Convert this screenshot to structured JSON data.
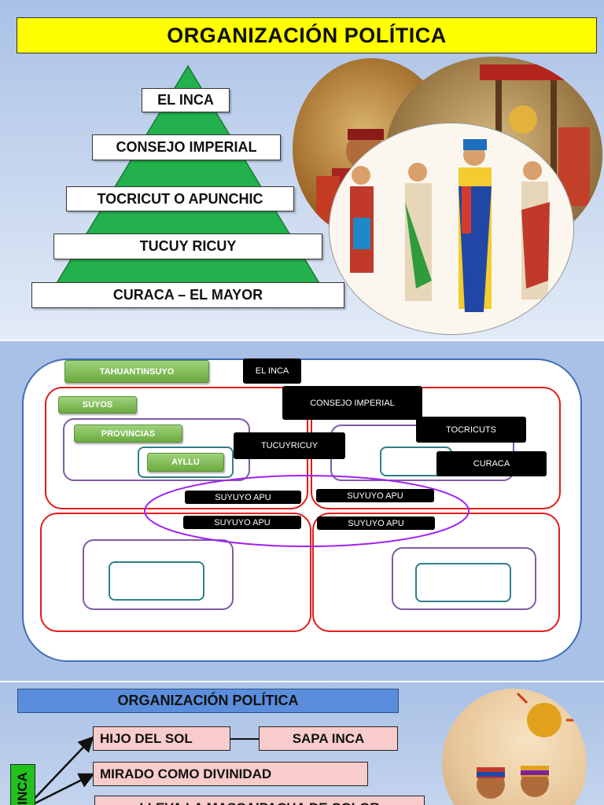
{
  "slide1": {
    "title": "ORGANIZACIÓN POLÍTICA",
    "pyramid": [
      "EL INCA",
      "CONSEJO IMPERIAL",
      "TOCRICUT O APUNCHIC",
      "TUCUY RICUY",
      "CURACA – EL MAYOR"
    ]
  },
  "slide2": {
    "green": [
      "TAHUANTINSUYO",
      "SUYOS",
      "PROVINCIAS",
      "AYLLU"
    ],
    "black": [
      "EL INCA",
      "CONSEJO IMPERIAL",
      "TOCRICUTS",
      "TUCUYRICUY",
      "CURACA"
    ],
    "apu": [
      "SUYUYO APU",
      "SUYUYO APU",
      "SUYUYO APU",
      "SUYUYO APU"
    ]
  },
  "slide3": {
    "title": "ORGANIZACIÓN POLÍTICA",
    "items": [
      "HIJO DEL SOL",
      "SAPA INCA",
      "MIRADO COMO DIVINIDAD",
      "LLEVA LA MASCAIPACHA DE COLOR"
    ],
    "side_label": "INCA"
  },
  "colors": {
    "title_yellow": "#ffff00",
    "pyramid_green": "#22b14c",
    "slide_blue": "#a9c1e6"
  }
}
